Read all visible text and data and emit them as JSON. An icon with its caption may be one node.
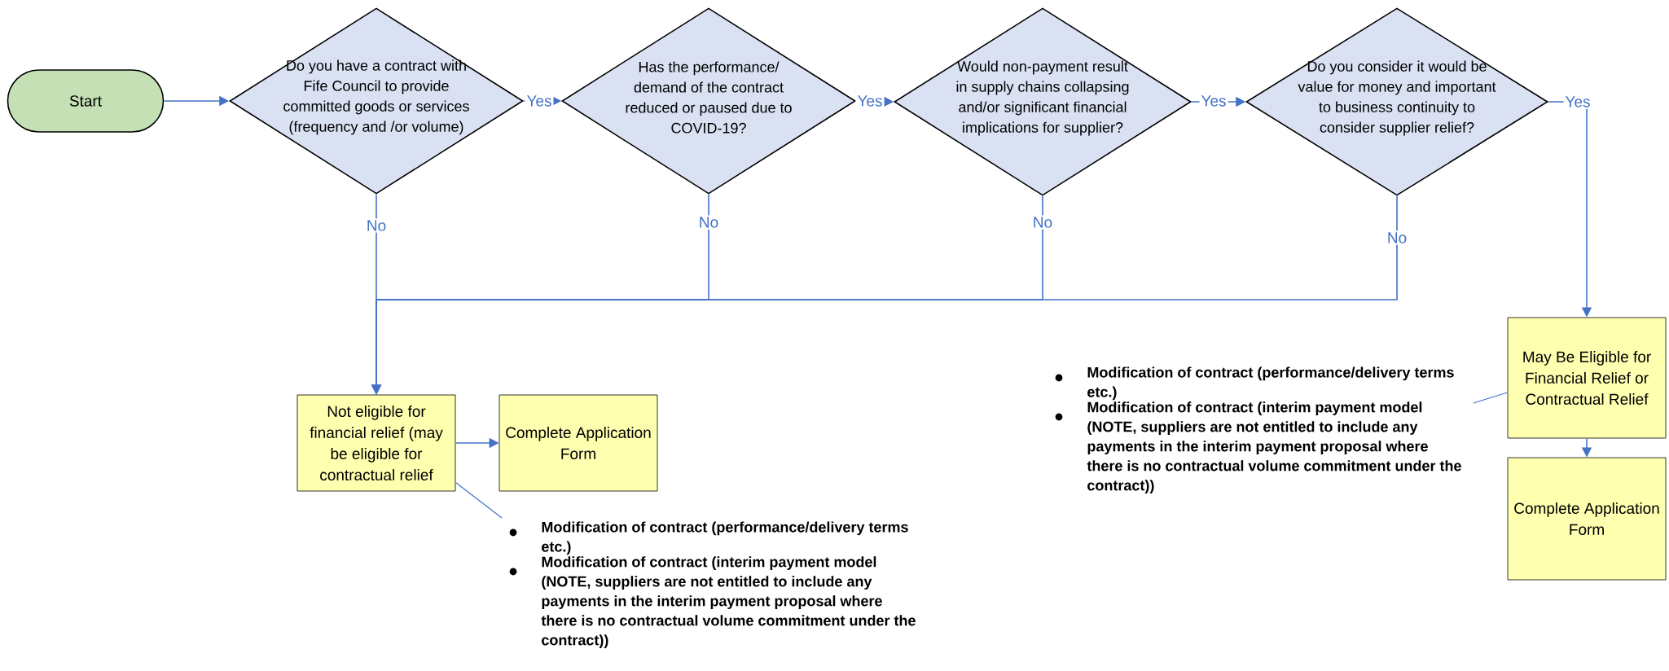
{
  "diagram": {
    "nodes": [
      {
        "text": [
          "Start"
        ]
      },
      {
        "text": [
          "Do you have a contract with Fife Council to provide committed goods or services (frequency and /or volume)"
        ]
      },
      {
        "text": [
          "Has the performance/ demand of the contract reduced or paused due to COVID-19?"
        ]
      },
      {
        "text": [
          "Would non-payment result in supply chains collapsing and/or significant financial implications for supplier?"
        ]
      },
      {
        "text": [
          "Do you consider it would be value for money and important to business continuity to consider supplier relief?"
        ]
      },
      {
        "text": [
          "Not eligible for financial relief (may be eligible for contractual relief"
        ]
      },
      {
        "text": [
          "Complete Application Form"
        ]
      },
      {
        "text": [
          "Modification of contract (performance/delivery terms etc.)",
          "Modification of contract (interim payment model (NOTE, suppliers are not entitled to include any payments in the interim payment proposal where there is no contractual volume commitment under the contract))"
        ]
      },
      {
        "text": [
          "May Be Eligible for Financial Relief or Contractual Relief"
        ]
      },
      {
        "text": [
          "Complete Application Form"
        ]
      },
      {
        "text": [
          "Modification of contract (performance/delivery terms etc.)",
          "Modification of contract (interim payment model (NOTE, suppliers are not entitled to include any payments in the interim payment proposal where there is no contractual volume commitment under the contract))"
        ]
      }
    ],
    "edges": [
      {
        "from": 0,
        "to": 1,
        "arrow": "to"
      },
      {
        "from": 1,
        "to": 2,
        "arrow": "to",
        "label": "Yes"
      },
      {
        "from": 2,
        "to": 3,
        "arrow": "to",
        "label": "Yes"
      },
      {
        "from": 3,
        "to": 4,
        "arrow": "to",
        "label": "Yes"
      },
      {
        "from": 4,
        "to": 8,
        "arrow": "to",
        "label": "Yes"
      },
      {
        "from": 1,
        "to": 5,
        "arrow": "to",
        "label": "No"
      },
      {
        "from": 2,
        "to": 5,
        "arrow": "to",
        "label": "No"
      },
      {
        "from": 3,
        "to": 5,
        "arrow": "to",
        "label": "No"
      },
      {
        "from": 4,
        "to": 5,
        "arrow": "to",
        "label": "No"
      },
      {
        "from": 5,
        "to": 6,
        "arrow": "to"
      },
      {
        "from": 8,
        "to": 9,
        "arrow": "to"
      },
      {
        "from": 7,
        "to": 5,
        "arrow": "none"
      },
      {
        "from": 10,
        "to": 8,
        "arrow": "none"
      }
    ]
  }
}
